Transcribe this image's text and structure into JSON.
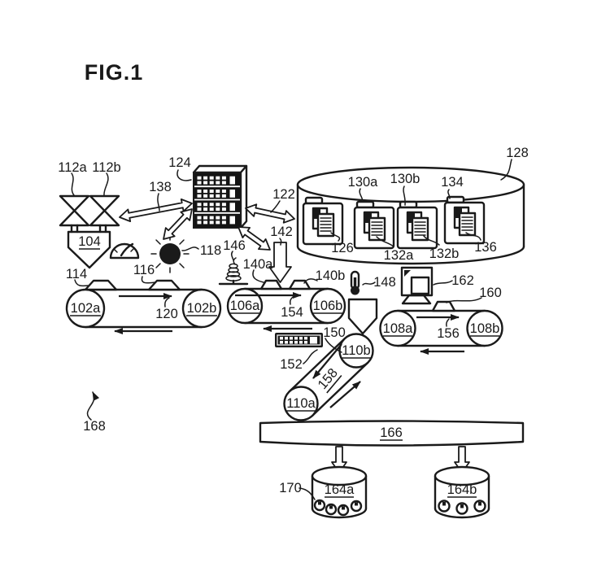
{
  "figure": {
    "title": "FIG.1"
  },
  "colors": {
    "line": "#1a1a1a",
    "background": "#ffffff"
  },
  "labels": {
    "valve_a": "112a",
    "valve_b": "112b",
    "hopper": "104",
    "server_rack": "124",
    "arrow_hopper_rack": "138",
    "arrow_rack_db": "122",
    "database": "128",
    "folder2_tab": "130a",
    "folder3_tab": "130b",
    "folder4_tab": "134",
    "folder1_doc": "126",
    "folder2_doc": "132a",
    "folder3_doc": "132b",
    "folder4_doc": "136",
    "burst": "118",
    "spring": "146",
    "down_arrow": "142",
    "conveyor2_item1": "140a",
    "conveyor2_item2": "140b",
    "conveyor1_item1": "114",
    "conveyor1_item2": "116",
    "conveyor1_roller_left": "102a",
    "conveyor1_roller_right": "102b",
    "conveyor1_direction": "120",
    "conveyor2_roller_left": "106a",
    "conveyor2_roller_right": "106b",
    "conveyor2_direction": "154",
    "keypad": "150",
    "diagonal_conveyor": "152",
    "diagonal_roller_top": "110b",
    "diagonal_roller_bottom": "110a",
    "diagonal_direction": "158",
    "thermometer": "148",
    "monitor": "162",
    "conveyor3_item": "160",
    "conveyor3_roller_left": "108a",
    "conveyor3_roller_right": "108b",
    "conveyor3_direction": "156",
    "band": "166",
    "drum_left": "164a",
    "drum_right": "164b",
    "drum_items": "170",
    "system": "168"
  }
}
